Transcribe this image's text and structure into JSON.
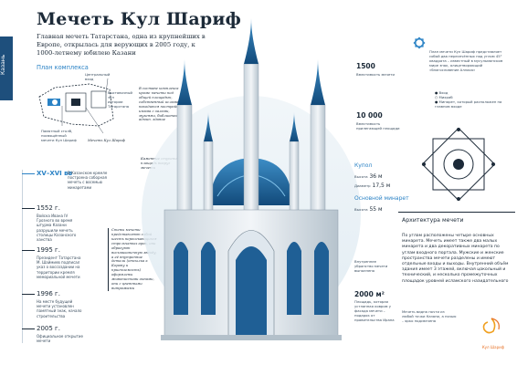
{
  "side_tab": "Казань",
  "header": {
    "title": "Мечеть Кул Шариф",
    "lead": "Главная мечеть Татарстана, одна из крупнейших в Европе, открылась для верующих в 2005 году, к 1000-летнему юбилею Казани"
  },
  "plan": {
    "title": "План комплекса",
    "labels": [
      "Центральный\nвход",
      "Выставочный\nзал\nистории\nТатарстана",
      "Памятный столб,\nпосвящённый\nмечети Кул Шариф",
      "Мечеть Кул Шариф"
    ],
    "note1": "В составе комплекса кроме мечети под общей площадью, собственный ислама, находится постройки имама с залами, музеями, библиотеки, админ. здание",
    "note2": "Каменные ступени и площадь вокруг мечети"
  },
  "timeline": [
    {
      "year": "XV–XVI вв",
      "text": "В Казанском кремле построена соборная мечеть с восемью минаретами",
      "accent": true
    },
    {
      "year": "1552 г.",
      "text": "Войска Ивана IV Грозного во время штурма Казани разрушили мечеть столицы Казанского ханства",
      "accent": false
    },
    {
      "year": "1995 г.",
      "text": "Президент Татарстана М. Шаймиев подписал указ о воссоздании на территории кремля мемориальной мечети",
      "accent": false
    },
    {
      "year": "1996 г.",
      "text": "На месте будущей мечети установлен памятный знак, начало строительства",
      "accent": false
    },
    {
      "year": "2005 г.",
      "text": "Официальное открытие мечети",
      "accent": false
    }
  ],
  "minaret_caption": "Стены мечети представляют собой шесть пересекающихся стрельчатых арок, они образуют восьмиконечную звезду, а её внутренние детали (отсылка к Корану и приемлемость) оформлены живописными окнами, они с цветными витражами",
  "stats": [
    {
      "value": "1500",
      "label": "Вместимость мечети"
    },
    {
      "value": "10 000",
      "label": "Вместимость прилегающей площади"
    }
  ],
  "heights": [
    {
      "name": "Купол",
      "label1": "Высота",
      "v1": "36 м",
      "label2": "Диаметр",
      "v2": "17,5 м"
    },
    {
      "name": "Основной минарет",
      "label1": "Высота",
      "v1": "55 м",
      "label2": "",
      "v2": ""
    }
  ],
  "dome_note": "Внутреннее убранство мечети выполнено",
  "area": {
    "value": "2000 м²",
    "text": "Площадь, которая устланная ковром у фасада мечети – подарок от правительства Ирана"
  },
  "right_top": {
    "text": "План мечети Кул Шариф представляет собой два пересечённых под углом 45° квадрата – известный в мусульманском мире знак, олицетворяющий «благословение Аллаха»",
    "legend": [
      "Вход",
      "Михраб",
      "Минарет, который расположен на главном входе"
    ]
  },
  "architecture": {
    "title": "Архитектура мечети",
    "text": "По углам расположены четыре основных минарета. Мечеть имеет также два малых минарета и два декоративных минарета по углам входного портала. Мужские и женские пространства мечети разделены и имеют отдельные входы и выходы. Внутренний объём здания имеет 3 этажей, включая цокольный и технический, и несколько промежуточных площадок уровней исламского назидательного"
  },
  "footer_note": "Мечеть видна почти из любой точки Казани, а ночью – ярко подсвечена",
  "logo_text": "Кул Шариф",
  "colors": {
    "accent": "#2a82c5",
    "navy": "#1e4f7c",
    "teal": "#3c86b5"
  }
}
